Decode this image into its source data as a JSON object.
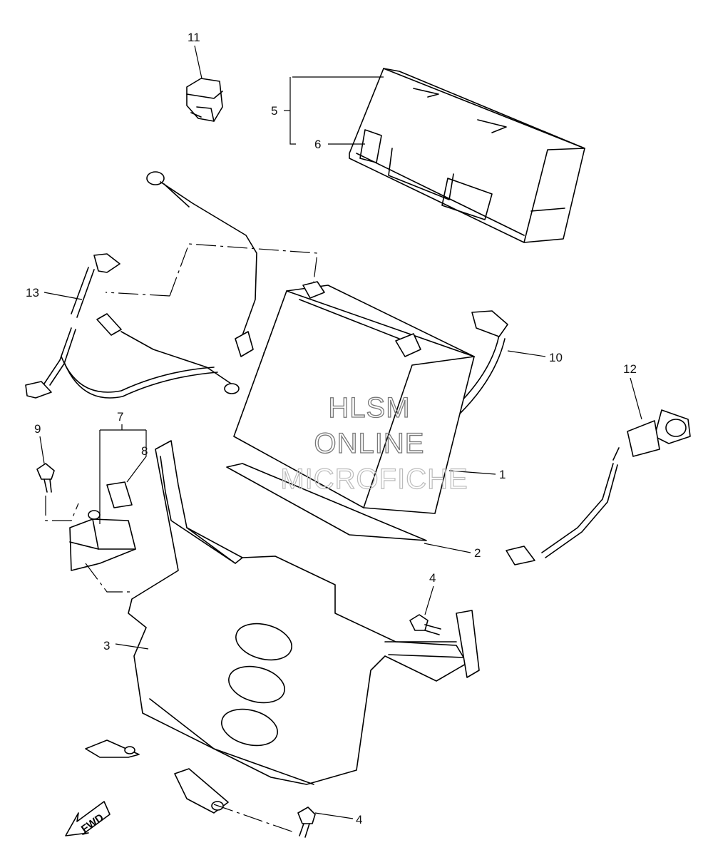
{
  "callouts": {
    "c1": "1",
    "c2": "2",
    "c3": "3",
    "c4a": "4",
    "c4b": "4",
    "c5": "5",
    "c6": "6",
    "c7": "7",
    "c8": "8",
    "c9": "9",
    "c10": "10",
    "c11": "11",
    "c12": "12",
    "c13": "13"
  },
  "watermark": {
    "line1": "HLSM",
    "line2": "ONLINE",
    "line3": "MICROFICHE"
  },
  "fwd_label": "FWD"
}
